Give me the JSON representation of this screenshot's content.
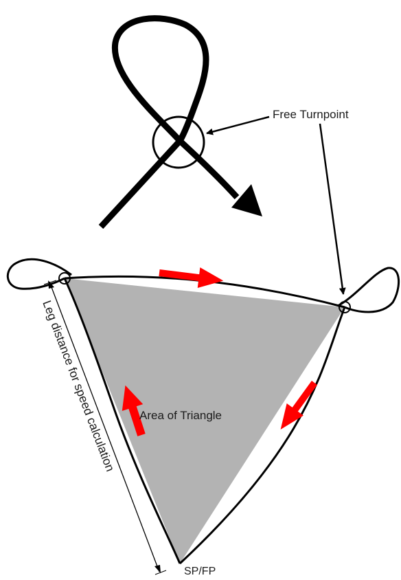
{
  "labels": {
    "free_turnpoint": "Free Turnpoint",
    "area_of_triangle": "Area of Triangle",
    "leg_distance": "Leg distance for speed calculation",
    "start_finish": "SP/FP"
  },
  "colors": {
    "stroke": "#000000",
    "triangle_fill": "#b3b3b3",
    "direction_arrow": "#ff0000",
    "background": "#ffffff"
  },
  "icons": {
    "flight_direction": "red-arrow-icon",
    "turnpoint_marker": "circle-marker-icon"
  }
}
